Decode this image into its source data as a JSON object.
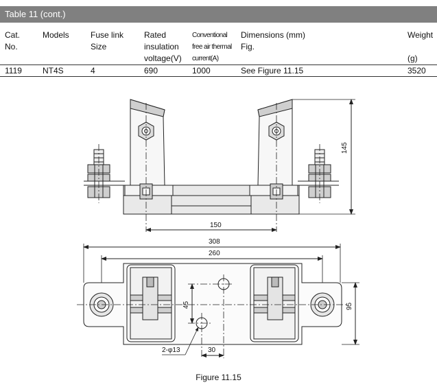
{
  "table": {
    "title": "Table 11 (cont.)",
    "headers": {
      "cat": [
        "Cat.",
        "No."
      ],
      "models": "Models",
      "fuse_link": [
        "Fuse link",
        "Size"
      ],
      "rated": [
        "Rated",
        "insulation",
        "voltage(V)"
      ],
      "conventional": [
        "Conventional",
        "free air thermal",
        "current(A)"
      ],
      "dimensions": [
        "Dimensions (mm)",
        "Fig."
      ],
      "weight": [
        "Weight",
        "(g)"
      ]
    },
    "row": {
      "cat_no": "1119",
      "model": "NT4S",
      "fuse_link_size": "4",
      "voltage": "690",
      "current": "1000",
      "figure_ref": "See Figure 11.15",
      "weight": "3520"
    }
  },
  "drawing": {
    "dim_height": "145",
    "dim_center": "150",
    "dim_total": "308",
    "dim_mount": "260",
    "dim_width": "95",
    "dim_offset_v": "45",
    "dim_offset_h": "30",
    "dim_hole": "2-φ13"
  },
  "caption": "Figure 11.15"
}
